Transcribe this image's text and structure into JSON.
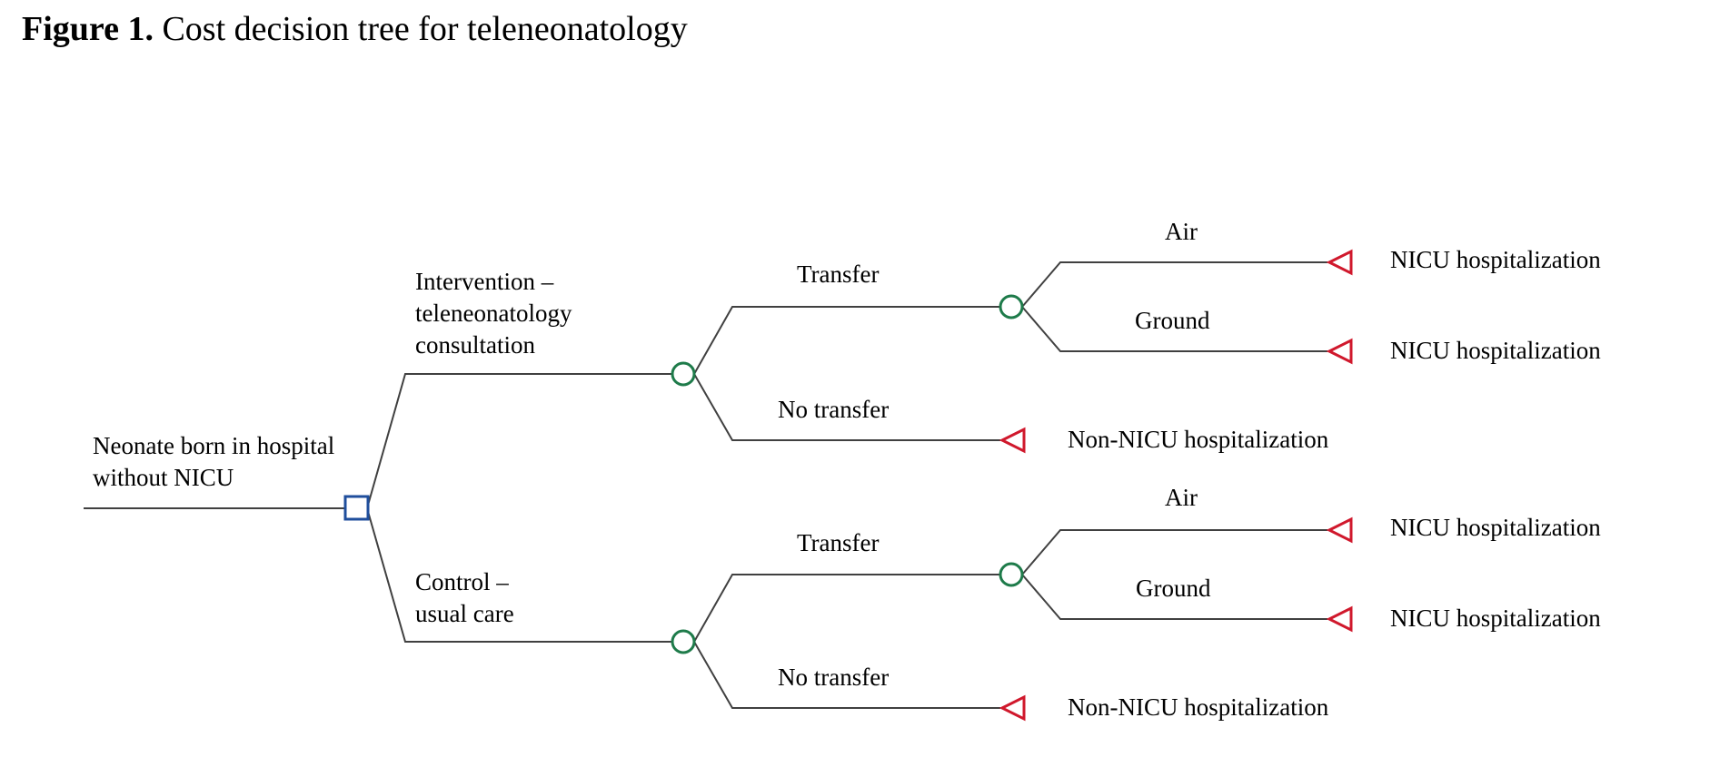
{
  "figure": {
    "label": "Figure 1.",
    "caption": "Cost decision tree for teleneonatology"
  },
  "tree": {
    "root": {
      "label_line1": "Neonate born in hospital",
      "label_line2": "without NICU"
    },
    "intervention": {
      "label_line1": "Intervention –",
      "label_line2": "teleneonatology",
      "label_line3": "consultation",
      "transfer": "Transfer",
      "air": "Air",
      "air_outcome": "NICU hospitalization",
      "ground": "Ground",
      "ground_outcome": "NICU hospitalization",
      "no_transfer": "No transfer",
      "no_transfer_outcome": "Non-NICU hospitalization"
    },
    "control": {
      "label_line1": "Control –",
      "label_line2": "usual care",
      "transfer": "Transfer",
      "air": "Air",
      "air_outcome": "NICU hospitalization",
      "ground": "Ground",
      "ground_outcome": "NICU hospitalization",
      "no_transfer": "No transfer",
      "no_transfer_outcome": "Non-NICU hospitalization"
    }
  },
  "colors": {
    "decision_node": "#1f4e9c",
    "chance_node": "#1e7b4a",
    "terminal_node": "#d0182c",
    "branch_line": "#404040"
  }
}
